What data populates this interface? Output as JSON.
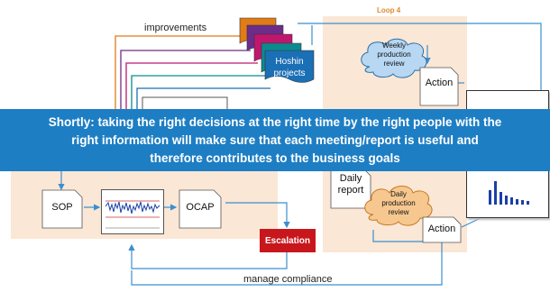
{
  "labels": {
    "improvements": "improvements",
    "loop": "Loop 4",
    "manage_compliance": "manage compliance"
  },
  "hoshin": {
    "line1": "Hoshin",
    "line2": "projects"
  },
  "weekly_review": {
    "line1": "Weekly",
    "line2": "production",
    "line3": "review"
  },
  "daily_review": {
    "line1": "Daily",
    "line2": "production",
    "line3": "review"
  },
  "documents": {
    "action_top": "Action",
    "action_bottom": "Action",
    "daily_report_l1": "Daily",
    "daily_report_l2": "report",
    "sop": "SOP",
    "ocap": "OCAP"
  },
  "escalation": "Escalation",
  "banner": {
    "line1": "Shortly: taking the right decisions at the right time by the right people with the",
    "line2": "right information will make sure that each meeting/report is useful and",
    "line3": "therefore contributes to the business goals"
  },
  "colors": {
    "banner": "#1d7ec4",
    "panel": "#fbe7d5",
    "escalation": "#c8161d",
    "arrow_blue": "#3b8fd0",
    "hoshin_orange": "#e07b16",
    "hoshin_purple": "#6b2c8a",
    "hoshin_magenta": "#c0176e",
    "hoshin_teal": "#0c8b8f",
    "hoshin_blue": "#1a6fb5",
    "weekly_cloud": "#b7d7f2",
    "daily_cloud": "#f6c88f"
  }
}
